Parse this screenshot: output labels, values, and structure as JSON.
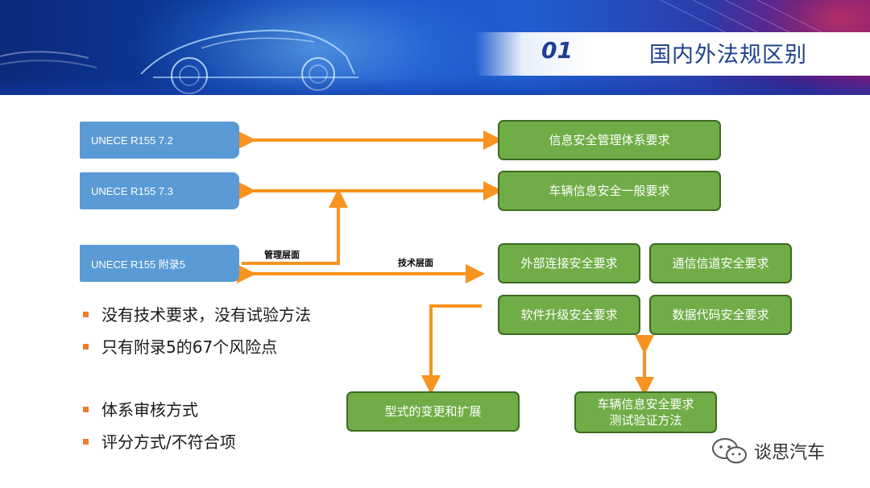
{
  "header": {
    "number": "01",
    "title": "国内外法规区别"
  },
  "left_boxes": [
    {
      "label": "UNECE R155 7.2"
    },
    {
      "label": "UNECE R155 7.3"
    },
    {
      "label": "UNECE R155 附录5"
    }
  ],
  "right_boxes": {
    "isms": "信息安全管理体系要求",
    "general": "车辆信息安全一般要求",
    "external": "外部连接安全要求",
    "comm_channel": "通信信道安全要求",
    "software_update": "软件升级安全要求",
    "data_code": "数据代码安全要求",
    "type_change": "型式的变更和扩展",
    "test_method_line1": "车辆信息安全要求",
    "test_method_line2": "测试验证方法"
  },
  "connector_labels": {
    "management": "管理层面",
    "technical": "技术层面"
  },
  "bullets": {
    "group1": [
      "没有技术要求，没有试验方法",
      "只有附录5的67个风险点"
    ],
    "group2": [
      "体系审核方式",
      "评分方式/不符合项"
    ]
  },
  "watermark": {
    "text": "谈思汽车",
    "icon": "wechat-icon"
  },
  "colors": {
    "blue_box": "#5b9bd5",
    "green_box": "#70ad47",
    "arrow": "#f7931e",
    "bullet": "#ed7d31",
    "title": "#1d3f8f"
  }
}
